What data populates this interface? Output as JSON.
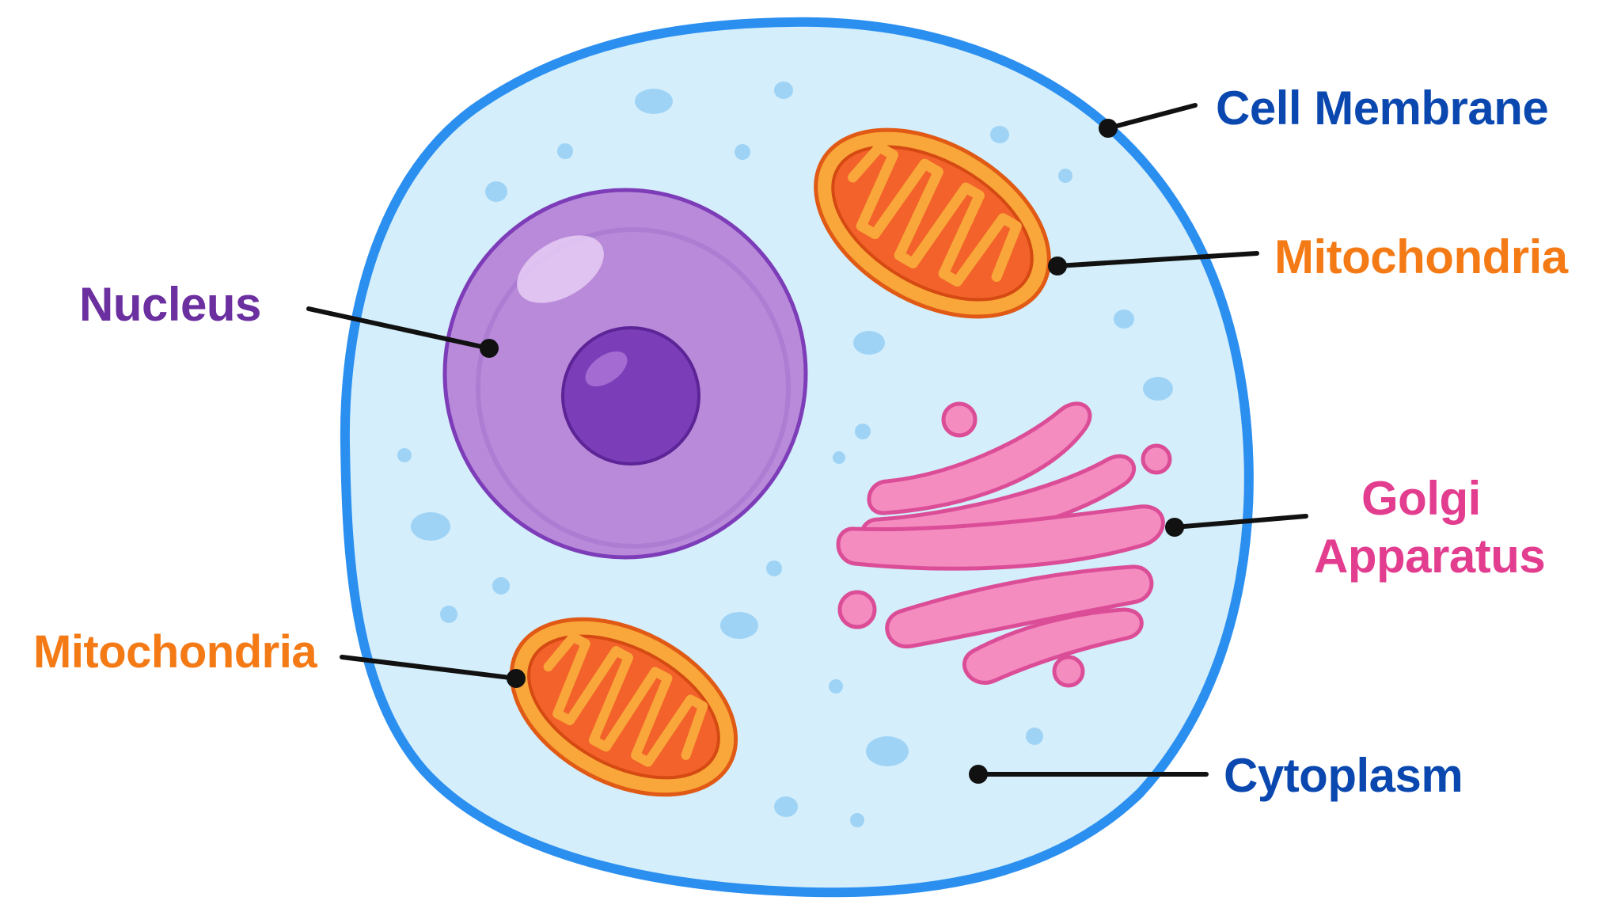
{
  "labels": {
    "cell_membrane": "Cell Membrane",
    "mitochondria_top": "Mitochondria",
    "nucleus": "Nucleus",
    "golgi_line1": "Golgi",
    "golgi_line2": "Apparatus",
    "mitochondria_bottom": "Mitochondria",
    "cytoplasm": "Cytoplasm"
  },
  "colors": {
    "membrane": "#2b8ff0",
    "cytoplasm": "#d4eefb",
    "vesicle": "#9fd3f5",
    "nucleus": "#b98ad9",
    "nucleus_outline": "#7d3cb8",
    "nucleolus": "#7b3db8",
    "mito_outer": "#f9a63a",
    "mito_outline": "#e05a16",
    "mito_inner": "#f2622a",
    "golgi": "#f48cc0",
    "golgi_outline": "#dc4d98",
    "label_blue": "#0a48b0",
    "label_orange": "#f47a16",
    "label_purple": "#6b2fa0",
    "label_pink": "#e23d8f",
    "leader": "#111111"
  }
}
